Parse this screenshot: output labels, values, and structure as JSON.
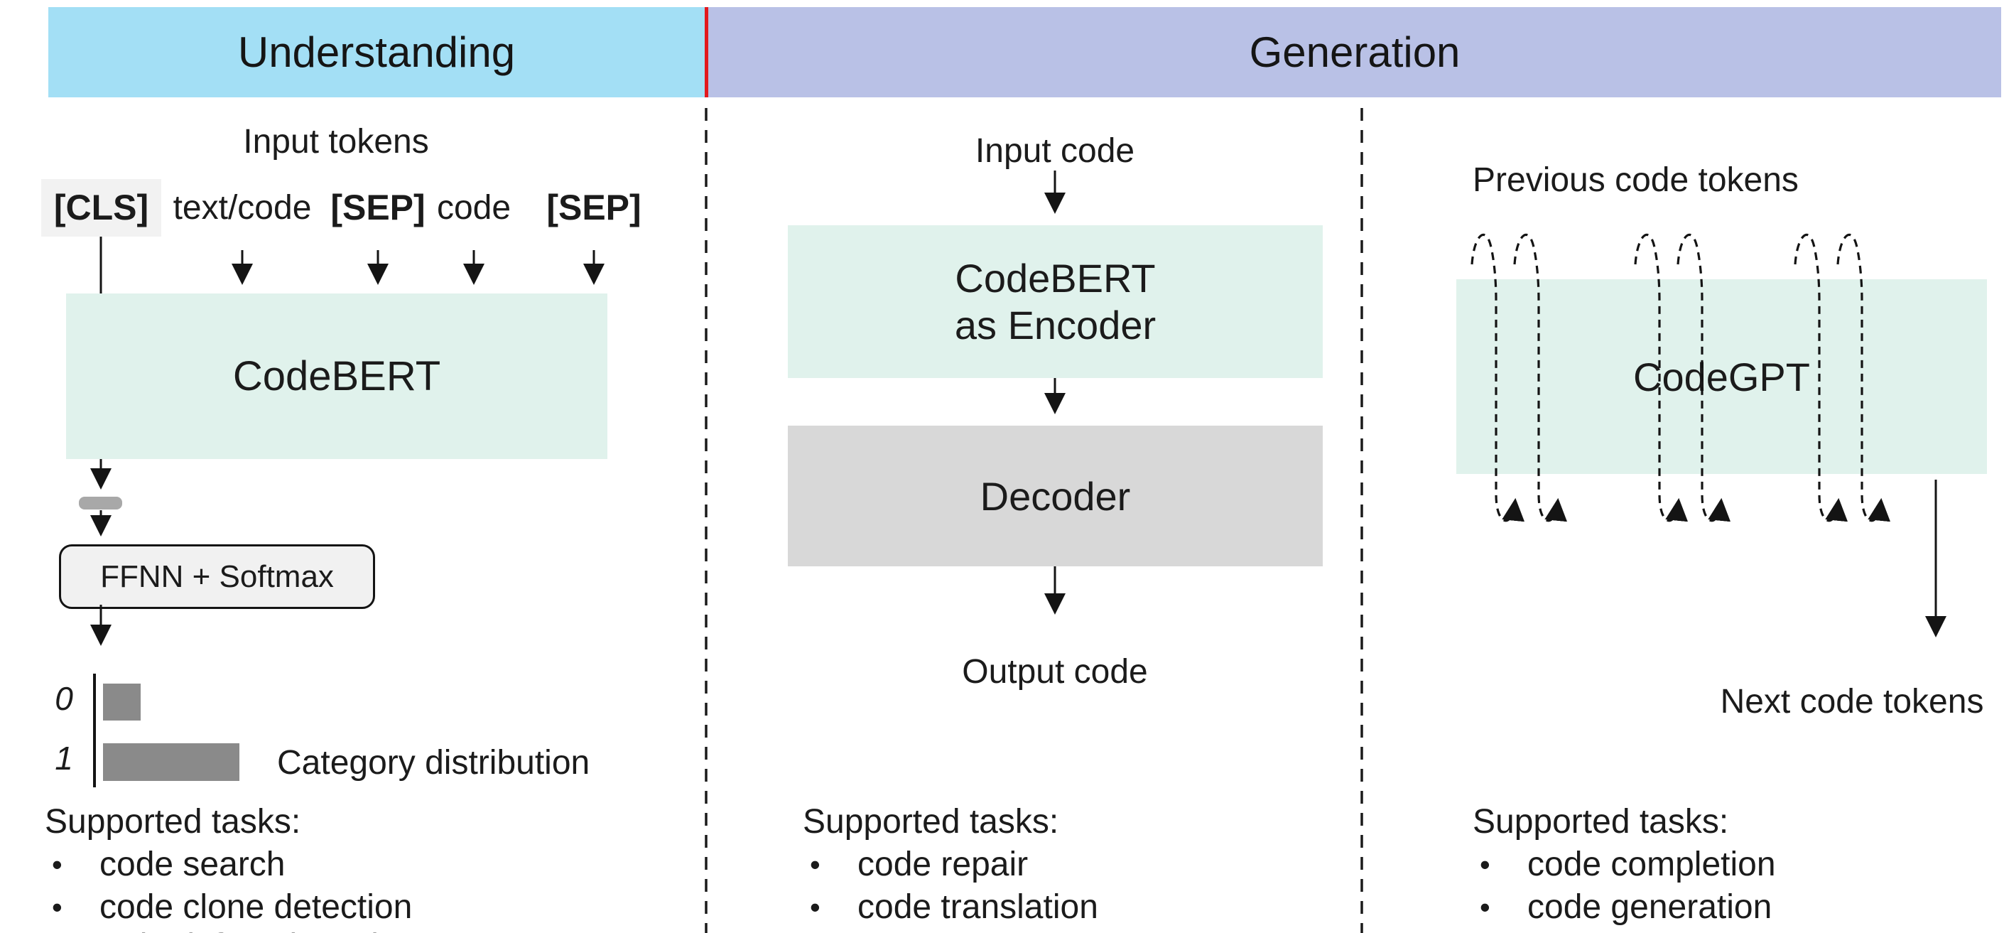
{
  "bullet_char": "•",
  "header": {
    "understanding_label": "Understanding",
    "generation_label": "Generation",
    "understanding_color": "#a3dff5",
    "generation_color": "#b9c1e6",
    "divider_color": "#e21a1e"
  },
  "understanding_panel": {
    "input_label": "Input tokens",
    "tokens": [
      {
        "text": "[CLS]"
      },
      {
        "text": "text/code"
      },
      {
        "text": "[SEP]"
      },
      {
        "text": "code"
      },
      {
        "text": "[SEP]"
      }
    ],
    "model_box_label": "CodeBERT",
    "classifier_box_label": "FFNN + Softmax",
    "chart": {
      "type": "bar",
      "orientation": "horizontal",
      "categories": [
        "0",
        "1"
      ],
      "values": [
        22,
        80
      ],
      "label": "Category distribution",
      "bar_color": "#8a8a8a"
    },
    "tasks": {
      "title": "Supported tasks:",
      "items": [
        "code search",
        "code clone detection"
      ],
      "cutoff_item": "code defect detection"
    }
  },
  "encoder_decoder_panel": {
    "input_label": "Input code",
    "encoder_line1": "CodeBERT",
    "encoder_line2": "as Encoder",
    "decoder_label": "Decoder",
    "output_label": "Output code",
    "tasks": {
      "title": "Supported tasks:",
      "items": [
        "code repair",
        "code translation"
      ]
    }
  },
  "gpt_panel": {
    "input_label": "Previous code tokens",
    "model_box_label": "CodeGPT",
    "output_label": "Next code tokens",
    "tasks": {
      "title": "Supported tasks:",
      "items": [
        "code completion",
        "code generation"
      ]
    }
  },
  "colors": {
    "model_box_fill": "#e0f2ec",
    "decoder_fill": "#d8d8d8",
    "classifier_fill": "#f1f1f1",
    "token_highlight_fill": "#f2f2f2",
    "connector": "#141414"
  },
  "chart_data": {
    "type": "bar",
    "orientation": "horizontal",
    "categories": [
      "0",
      "1"
    ],
    "values": [
      22,
      80
    ],
    "title": "Category distribution",
    "xlabel": "",
    "ylabel": "",
    "legend": false,
    "grid": false,
    "notes": "relative bar lengths only; no numeric axis shown"
  }
}
